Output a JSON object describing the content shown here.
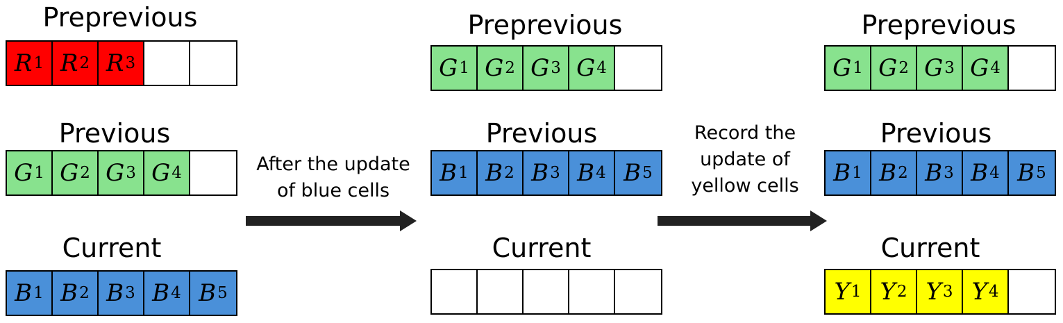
{
  "colors": {
    "red": "#ff0000",
    "green": "#88e28e",
    "blue": "#4a90d9",
    "yellow": "#ffff00",
    "empty": "#ffffff",
    "arrow": "#222222"
  },
  "panels": [
    {
      "rows": [
        {
          "title": "Preprevious",
          "color": "red",
          "cells": [
            {
              "letter": "R",
              "sub": "1"
            },
            {
              "letter": "R",
              "sub": "2"
            },
            {
              "letter": "R",
              "sub": "3"
            },
            {},
            {}
          ]
        },
        {
          "title": "Previous",
          "color": "green",
          "cells": [
            {
              "letter": "G",
              "sub": "1"
            },
            {
              "letter": "G",
              "sub": "2"
            },
            {
              "letter": "G",
              "sub": "3"
            },
            {
              "letter": "G",
              "sub": "4"
            },
            {}
          ]
        },
        {
          "title": "Current",
          "color": "blue",
          "cells": [
            {
              "letter": "B",
              "sub": "1"
            },
            {
              "letter": "B",
              "sub": "2"
            },
            {
              "letter": "B",
              "sub": "3"
            },
            {
              "letter": "B",
              "sub": "4"
            },
            {
              "letter": "B",
              "sub": "5"
            }
          ]
        }
      ]
    },
    {
      "rows": [
        {
          "title": "Preprevious",
          "color": "green",
          "cells": [
            {
              "letter": "G",
              "sub": "1"
            },
            {
              "letter": "G",
              "sub": "2"
            },
            {
              "letter": "G",
              "sub": "3"
            },
            {
              "letter": "G",
              "sub": "4"
            },
            {}
          ]
        },
        {
          "title": "Previous",
          "color": "blue",
          "cells": [
            {
              "letter": "B",
              "sub": "1"
            },
            {
              "letter": "B",
              "sub": "2"
            },
            {
              "letter": "B",
              "sub": "3"
            },
            {
              "letter": "B",
              "sub": "4"
            },
            {
              "letter": "B",
              "sub": "5"
            }
          ]
        },
        {
          "title": "Current",
          "color": "empty",
          "cells": [
            {},
            {},
            {},
            {},
            {}
          ]
        }
      ]
    },
    {
      "rows": [
        {
          "title": "Preprevious",
          "color": "green",
          "cells": [
            {
              "letter": "G",
              "sub": "1"
            },
            {
              "letter": "G",
              "sub": "2"
            },
            {
              "letter": "G",
              "sub": "3"
            },
            {
              "letter": "G",
              "sub": "4"
            },
            {}
          ]
        },
        {
          "title": "Previous",
          "color": "blue",
          "cells": [
            {
              "letter": "B",
              "sub": "1"
            },
            {
              "letter": "B",
              "sub": "2"
            },
            {
              "letter": "B",
              "sub": "3"
            },
            {
              "letter": "B",
              "sub": "4"
            },
            {
              "letter": "B",
              "sub": "5"
            }
          ]
        },
        {
          "title": "Current",
          "color": "yellow",
          "cells": [
            {
              "letter": "Y",
              "sub": "1"
            },
            {
              "letter": "Y",
              "sub": "2"
            },
            {
              "letter": "Y",
              "sub": "3"
            },
            {
              "letter": "Y",
              "sub": "4"
            },
            {}
          ]
        }
      ]
    }
  ],
  "transitions": [
    {
      "lines": [
        "After the update",
        "of blue cells"
      ]
    },
    {
      "lines": [
        "Record the",
        "update of",
        "yellow cells"
      ]
    }
  ]
}
